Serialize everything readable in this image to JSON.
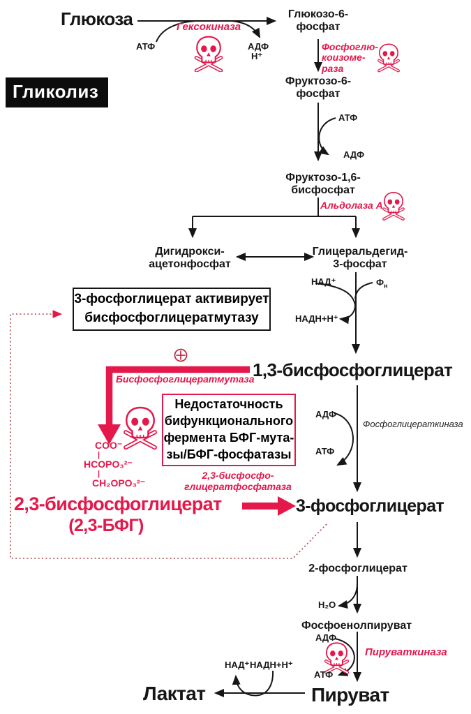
{
  "diagram_title": "Гликолиз",
  "colors": {
    "accent_red": "#e4184b",
    "ink": "#161616",
    "title_bg": "#0c0c0c",
    "title_fg": "#ffffff"
  },
  "icons": {
    "skull": "skull-crossbones-poison-icon",
    "plus": "plus-circle-activation-icon"
  },
  "metabolites": {
    "glucose": "Глюкоза",
    "g6p": "Глюкозо-6-\nфосфат",
    "f6p": "Фруктозо-6-\nфосфат",
    "f16bp": "Фруктозо-1,6-\nбисфосфат",
    "dhap": "Дигидрокси-\nацетонфосфат",
    "gap": "Глицеральдегид-\n3-фосфат",
    "bpg13": "1,3-бисфосфоглицерат",
    "pg3": "3-фосфоглицерат",
    "bpg23": "2,3-бисфосфоглицерат",
    "bpg23_abbr": "(2,3-БФГ)",
    "pg2": "2-фосфоглицерат",
    "pep": "Фосфоенолпируват",
    "pyruvate": "Пируват",
    "lactate": "Лактат"
  },
  "enzymes": {
    "hexokinase": "Гексокиназа",
    "phosphoglucoisomerase": "Фосфоглю-\nкоизоме-\nраза",
    "aldolase_a": "Альдолаза А",
    "bisphosphoglycerate_mutase": "Бисфосфоглицератмутаза",
    "phosphoglycerate_kinase": "Фосфоглицераткиназа",
    "bpg_phosphatase": "2,3-бисфосфо-\nглицератфосфатаза",
    "pyruvate_kinase": "Пируваткиназа"
  },
  "cofactors": {
    "atp": "АТФ",
    "adp": "АДФ",
    "h_plus": "H⁺",
    "nad": "НАД⁺",
    "nadh": "НАДН+Н⁺",
    "pi_base": "Ф",
    "pi_sub": "н",
    "water": "H₂O"
  },
  "notes": {
    "activation": "3-фосфоглицерат активирует\nбисфосфоглицератмутазу",
    "deficiency": "Недостаточность\nбифункционального\nфермента БФГ-мута-\nзы/БФГ-фосфатазы"
  },
  "structure_2_3_bpg": {
    "line1": "COO⁻",
    "bond1": "|",
    "line2": "HCOPO₃²⁻",
    "bond2": "|",
    "line3": "CH₂OPO₃²⁻"
  }
}
